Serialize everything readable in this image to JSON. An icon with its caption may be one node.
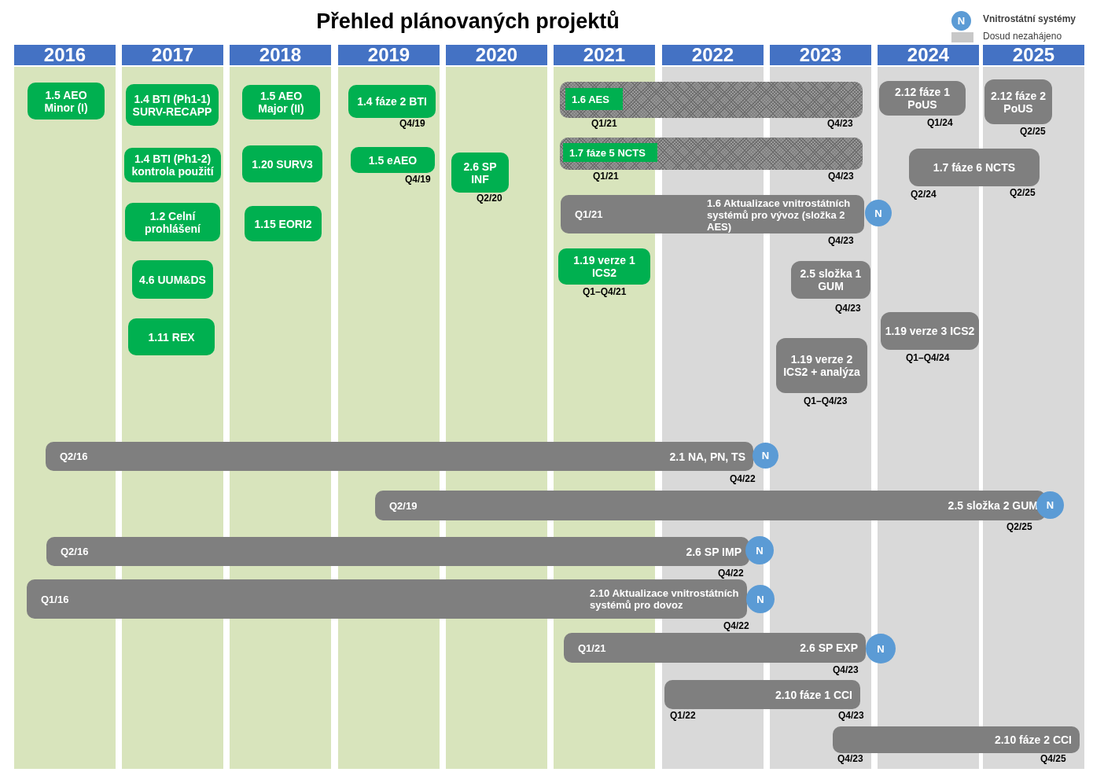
{
  "diagram": {
    "title": "Přehled plánovaných projektů",
    "nodes": [
      {
        "text": [
          "2016"
        ]
      },
      {
        "text": [
          "2017"
        ]
      },
      {
        "text": [
          "2018"
        ]
      },
      {
        "text": [
          "2019"
        ]
      },
      {
        "text": [
          "2020"
        ]
      },
      {
        "text": [
          "2021"
        ]
      },
      {
        "text": [
          "2022"
        ]
      },
      {
        "text": [
          "2023"
        ]
      },
      {
        "text": [
          "2024"
        ]
      },
      {
        "text": [
          "2025"
        ]
      },
      {
        "text": [
          "1.5 AEO Minor (I)"
        ]
      },
      {
        "text": [
          "1.4 BTI (Ph1-1) SURV-RECAPP"
        ]
      },
      {
        "text": [
          "1.4 BTI (Ph1-2) kontrola použití"
        ]
      },
      {
        "text": [
          "1.2 Celní prohlášení"
        ]
      },
      {
        "text": [
          "4.6 UUM&DS"
        ]
      },
      {
        "text": [
          "1.11 REX"
        ]
      },
      {
        "text": [
          "1.5 AEO Major (II)"
        ]
      },
      {
        "text": [
          "1.20 SURV3"
        ]
      },
      {
        "text": [
          "1.15 EORI2"
        ]
      },
      {
        "text": [
          "1.4 fáze 2 BTI"
        ],
        "beside": [
          "Q4/19"
        ]
      },
      {
        "text": [
          "1.5 eAEO"
        ],
        "beside": [
          "Q4/19"
        ]
      },
      {
        "text": [
          "2.6 SP INF"
        ],
        "beside": [
          "Q2/20"
        ]
      },
      {
        "text": [],
        "shape": "bar",
        "beside": [
          "Q1/21",
          "Q4/23"
        ]
      },
      {
        "text": [
          "1.6 AES"
        ],
        "in": 22
      },
      {
        "text": [],
        "shape": "bar",
        "beside": [
          "Q1/21",
          "Q4/23"
        ]
      },
      {
        "text": [
          "1.7 fáze 5 NCTS"
        ],
        "in": 24
      },
      {
        "text": [
          "Q1/21",
          "1.6 Aktualizace vnitrostátních systémů pro vývoz (složka 2 AES)"
        ],
        "beside": [
          "Q4/23"
        ]
      },
      {
        "text": [
          "N"
        ]
      },
      {
        "text": [
          "1.19 verze 1 ICS2"
        ],
        "beside": [
          "Q1–Q4/21"
        ]
      },
      {
        "text": [
          "2.12 fáze 1 PoUS"
        ],
        "beside": [
          "Q1/24"
        ]
      },
      {
        "text": [
          "2.12 fáze 2 PoUS"
        ],
        "beside": [
          "Q2/25"
        ]
      },
      {
        "text": [
          "1.7 fáze 6 NCTS"
        ],
        "beside": [
          "Q2/24",
          "Q2/25"
        ]
      },
      {
        "text": [
          "2.5 složka 1 GUM"
        ],
        "beside": [
          "Q4/23"
        ]
      },
      {
        "text": [
          "1.19 verze 3 ICS2"
        ],
        "beside": [
          "Q1–Q4/24"
        ]
      },
      {
        "text": [
          "1.19 verze 2 ICS2 + analýza"
        ],
        "beside": [
          "Q1–Q4/23"
        ]
      },
      {
        "text": [
          "Q2/16",
          "2.1 NA, PN, TS"
        ],
        "beside": [
          "Q4/22"
        ]
      },
      {
        "text": [
          "N"
        ]
      },
      {
        "text": [
          "Q2/19",
          "2.5 složka 2 GUM"
        ],
        "beside": [
          "Q2/25"
        ]
      },
      {
        "text": [
          "N"
        ]
      },
      {
        "text": [
          "Q2/16",
          "2.6 SP IMP"
        ],
        "beside": [
          "Q4/22"
        ]
      },
      {
        "text": [
          "N"
        ]
      },
      {
        "text": [
          "Q1/16",
          "2.10 Aktualizace vnitrostátních systémů pro dovoz"
        ],
        "beside": [
          "Q4/22"
        ]
      },
      {
        "text": [
          "N"
        ]
      },
      {
        "text": [
          "Q1/21",
          "2.6 SP EXP"
        ],
        "beside": [
          "Q4/23"
        ]
      },
      {
        "text": [
          "N"
        ]
      },
      {
        "text": [
          "2.10 fáze 1 CCI"
        ],
        "beside": [
          "Q1/22",
          "Q4/23"
        ]
      },
      {
        "text": [
          "2.10 fáze 2 CCI"
        ],
        "beside": [
          "Q4/23",
          "Q4/25"
        ]
      }
    ],
    "labels": [
      "N"
    ],
    "legend": [
      {
        "text": "Vnitrostátní systémy"
      },
      {
        "text": "Dosud nezahájeno",
        "color": "#c8c8c8"
      }
    ]
  }
}
